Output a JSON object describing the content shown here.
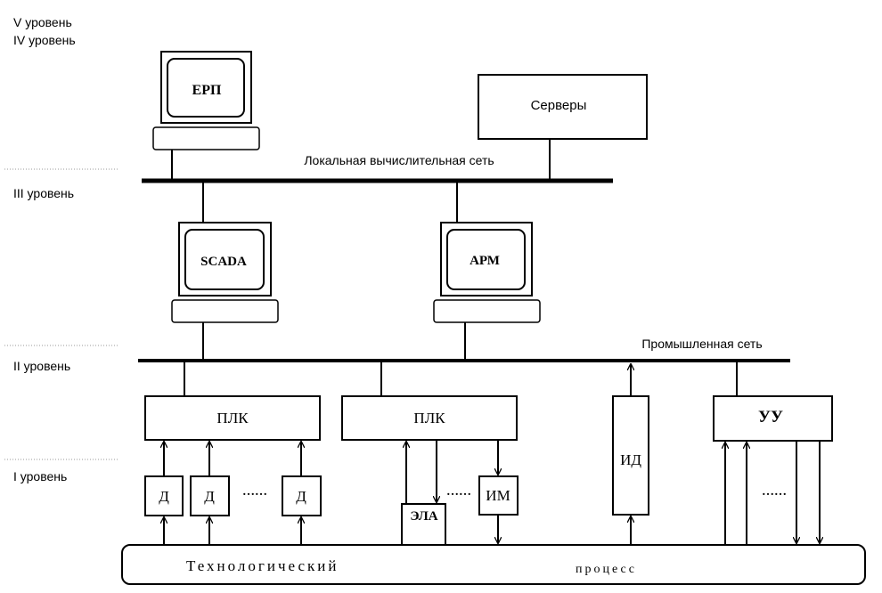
{
  "levels": {
    "v": "V уровень",
    "iv": "IV уровень",
    "iii": "III уровень",
    "ii": "II уровень",
    "i": "I уровень"
  },
  "networks": {
    "local": "Локальная вычислительная сеть",
    "industrial": "Промышленная сеть"
  },
  "nodes": {
    "erp": "ЕРП",
    "servers": "Серверы",
    "scada": "SCADA",
    "arm": "АРМ",
    "plc1": "ПЛК",
    "plc2": "ПЛК",
    "id": "ИД",
    "uu": "УУ",
    "d1": "Д",
    "d2": "Д",
    "d3": "Д",
    "ela": "ЭЛА",
    "im": "ИМ",
    "ellipsis": "……",
    "process_left": "Технологический",
    "process_right": "процесс"
  },
  "colors": {
    "line": "#000000",
    "level_divider": "#999999",
    "background": "#ffffff"
  }
}
